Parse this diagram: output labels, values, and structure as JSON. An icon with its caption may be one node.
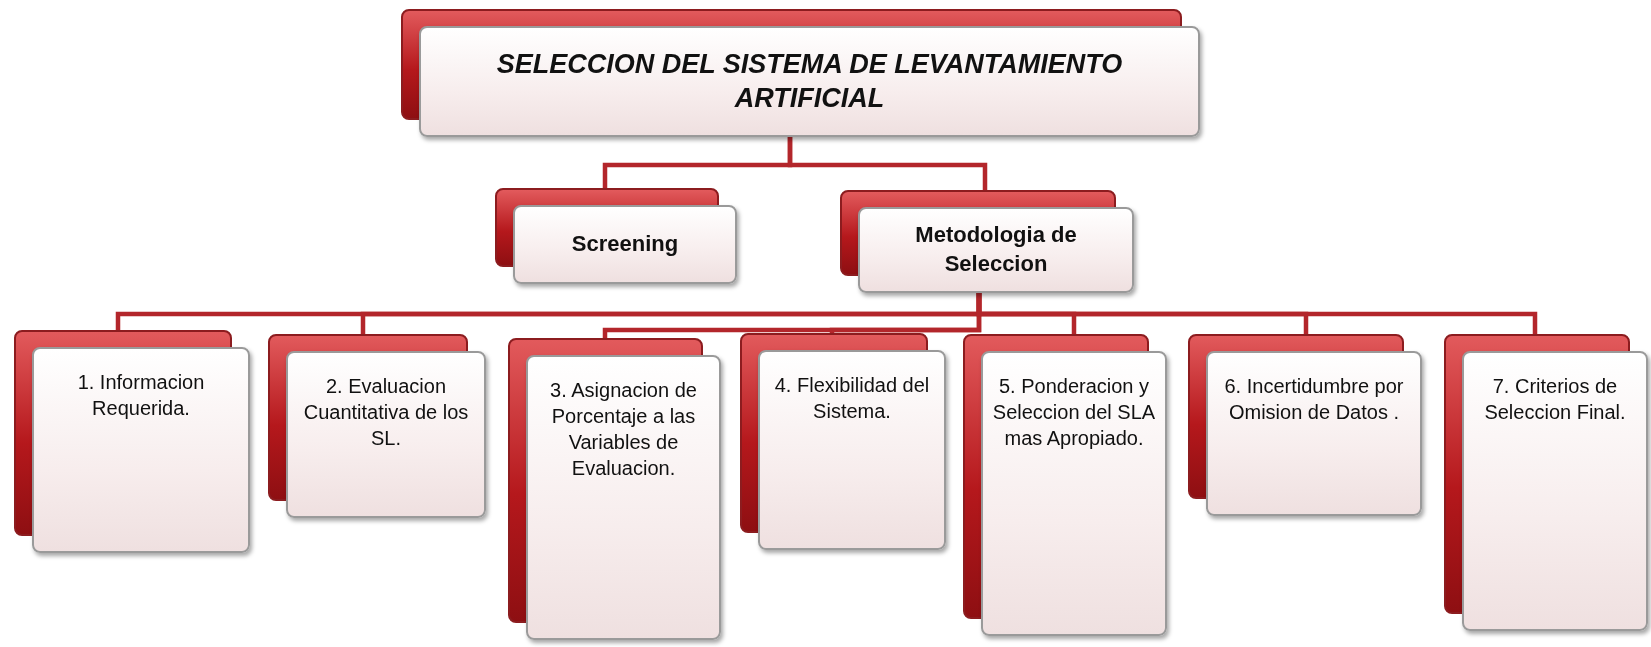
{
  "diagram": {
    "nodes": [
      {
        "text": [
          "SELECCION DEL SISTEMA DE LEVANTAMIENTO ARTIFICIAL"
        ]
      },
      {
        "text": [
          "Screening"
        ]
      },
      {
        "text": [
          "Metodologia de Seleccion"
        ]
      },
      {
        "text": [
          "1. Informacion Requerida."
        ]
      },
      {
        "text": [
          "2. Evaluacion Cuantitativa de los SL."
        ]
      },
      {
        "text": [
          "3. Asignacion de Porcentaje a las Variables de Evaluacion."
        ]
      },
      {
        "text": [
          "4. Flexibilidad del Sistema."
        ]
      },
      {
        "text": [
          "5. Ponderacion y Seleccion del SLA mas Apropiado."
        ]
      },
      {
        "text": [
          "6. Incertidumbre por Omision de Datos ."
        ]
      },
      {
        "text": [
          "7. Criterios de Seleccion Final."
        ]
      }
    ],
    "edges": [
      {
        "from": 0,
        "to": 1,
        "arrow": "none"
      },
      {
        "from": 0,
        "to": 2,
        "arrow": "none"
      },
      {
        "from": 2,
        "to": 3,
        "arrow": "none"
      },
      {
        "from": 2,
        "to": 4,
        "arrow": "none"
      },
      {
        "from": 2,
        "to": 5,
        "arrow": "none"
      },
      {
        "from": 2,
        "to": 6,
        "arrow": "none"
      },
      {
        "from": 2,
        "to": 7,
        "arrow": "none"
      },
      {
        "from": 2,
        "to": 8,
        "arrow": "none"
      },
      {
        "from": 2,
        "to": 9,
        "arrow": "none"
      }
    ]
  }
}
